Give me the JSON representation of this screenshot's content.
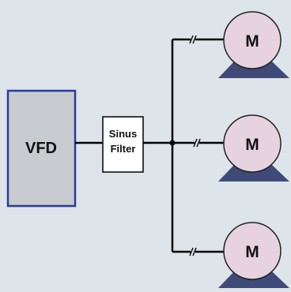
{
  "diagram": {
    "drive": {
      "label": "VFD"
    },
    "filter": {
      "line1": "Sinus",
      "line2": "Filter"
    },
    "motors": [
      {
        "label": "M"
      },
      {
        "label": "M"
      },
      {
        "label": "M"
      }
    ]
  },
  "colors": {
    "background": "#dde4ea",
    "vfd_fill": "#c8cbd0",
    "vfd_border": "#2b3a9a",
    "motor_fill": "#e6d3df",
    "motor_base": "#3f4a78",
    "wire": "#000000"
  }
}
